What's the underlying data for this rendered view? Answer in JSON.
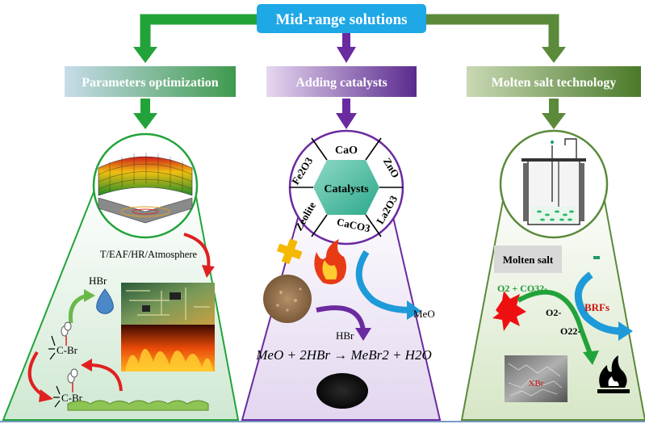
{
  "header": {
    "title": "Mid-range solutions"
  },
  "columns": [
    {
      "title": "Parameters optimization",
      "caption": "T/EAF/HR/Atmosphere",
      "hbr_label": "HBr",
      "bond_label": "C-Br"
    },
    {
      "title": "Adding catalysts",
      "center_label": "Catalysts",
      "catalysts": [
        "CaO",
        "ZnO",
        "La2O3",
        "CaCO3",
        "Zeolite",
        "Fe2O3"
      ],
      "meo_label": "MeO",
      "hbr_label": "HBr",
      "equation": "MeO + 2HBr → MeBr2 + H2O"
    },
    {
      "title": "Molten salt technology",
      "salt_label": "Molten salt",
      "o2_co3_label": "O2 + CO32-",
      "o2m_label": "O2-",
      "o22_label": "O22-",
      "brfs_label": "BRFs",
      "xbr_label": "XBr"
    }
  ],
  "colors": {
    "green": "#22a33a",
    "purple": "#6a2aa0",
    "darkgreen": "#5a8a3a",
    "header_bg": "#1ea8e6",
    "red": "#cc1111"
  }
}
